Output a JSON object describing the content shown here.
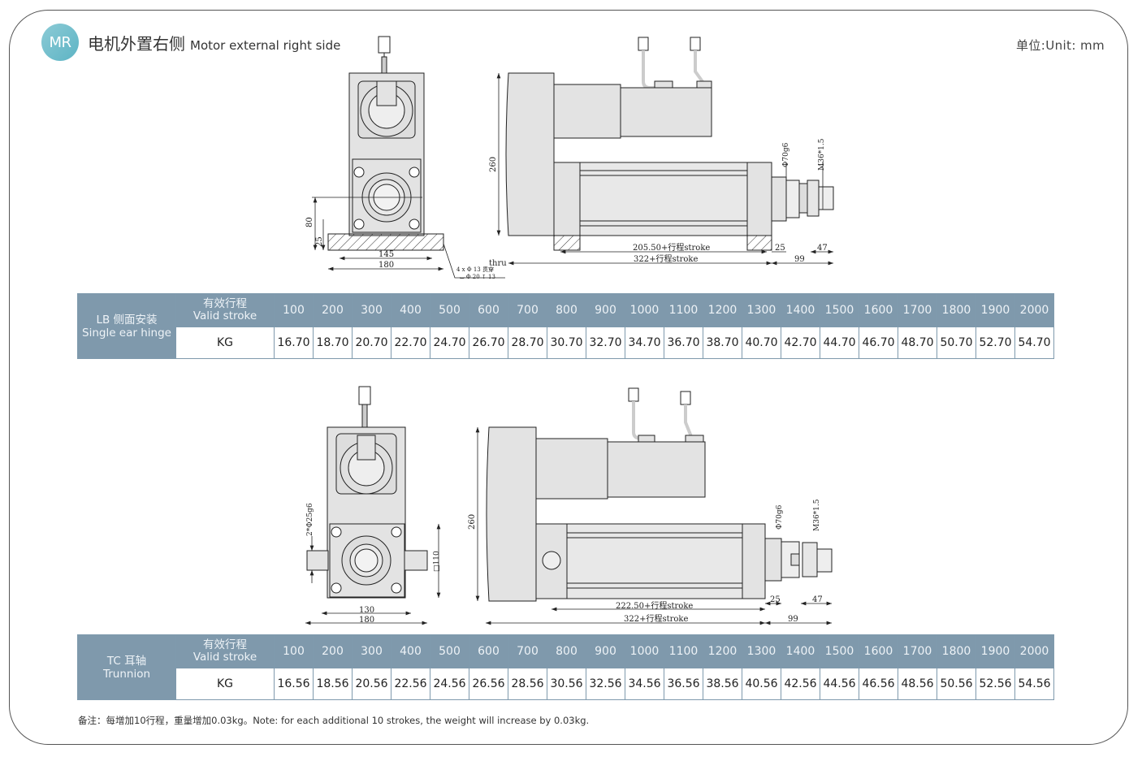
{
  "header": {
    "badge": "MR",
    "title_cn": "电机外置右侧",
    "title_en": "Motor external right side",
    "unit": "单位:Unit: mm",
    "badge_color": "#6bbccb"
  },
  "drawing_top": {
    "dims": {
      "h80": "80",
      "h25": "25",
      "w145": "145",
      "w180": "180",
      "hole1": "4 x Φ 13 贯穿",
      "hole2": "⌴ Φ 20 ↧ 13",
      "thru": "thru",
      "h260": "260",
      "phi70": "Φ70g6",
      "m36": "M36*1.5",
      "len1": "205.50+行程stroke",
      "len2": "322+行程stroke",
      "d25": "25",
      "d47": "47",
      "d99": "99"
    }
  },
  "drawing_bottom": {
    "dims": {
      "phi25": "2*Φ25g6",
      "sq110": "□110",
      "w130": "130",
      "w180": "180",
      "h260": "260",
      "phi70": "Φ70g6",
      "m36": "M36*1.5",
      "len1": "222.50+行程stroke",
      "len2": "322+行程stroke",
      "d25": "25",
      "d47": "47",
      "d99": "99"
    }
  },
  "tables": [
    {
      "mount_cn": "LB 侧面安装",
      "mount_en": "Single ear hinge",
      "header_cn": "有效行程",
      "header_en": "Valid stroke",
      "row_label": "KG",
      "strokes": [
        "100",
        "200",
        "300",
        "400",
        "500",
        "600",
        "700",
        "800",
        "900",
        "1000",
        "1100",
        "1200",
        "1300",
        "1400",
        "1500",
        "1600",
        "1700",
        "1800",
        "1900",
        "2000"
      ],
      "weights": [
        "16.70",
        "18.70",
        "20.70",
        "22.70",
        "24.70",
        "26.70",
        "28.70",
        "30.70",
        "32.70",
        "34.70",
        "36.70",
        "38.70",
        "40.70",
        "42.70",
        "44.70",
        "46.70",
        "48.70",
        "50.70",
        "52.70",
        "54.70"
      ]
    },
    {
      "mount_cn": "TC 耳轴",
      "mount_en": "Trunnion",
      "header_cn": "有效行程",
      "header_en": "Valid stroke",
      "row_label": "KG",
      "strokes": [
        "100",
        "200",
        "300",
        "400",
        "500",
        "600",
        "700",
        "800",
        "900",
        "1000",
        "1100",
        "1200",
        "1300",
        "1400",
        "1500",
        "1600",
        "1700",
        "1800",
        "1900",
        "2000"
      ],
      "weights": [
        "16.56",
        "18.56",
        "20.56",
        "22.56",
        "24.56",
        "26.56",
        "28.56",
        "30.56",
        "32.56",
        "34.56",
        "36.56",
        "38.56",
        "40.56",
        "42.56",
        "44.56",
        "46.56",
        "48.56",
        "50.56",
        "52.56",
        "54.56"
      ]
    }
  ],
  "note": "备注：每增加10行程，重量增加0.03kg。Note: for each additional 10 strokes, the weight will increase by 0.03kg."
}
